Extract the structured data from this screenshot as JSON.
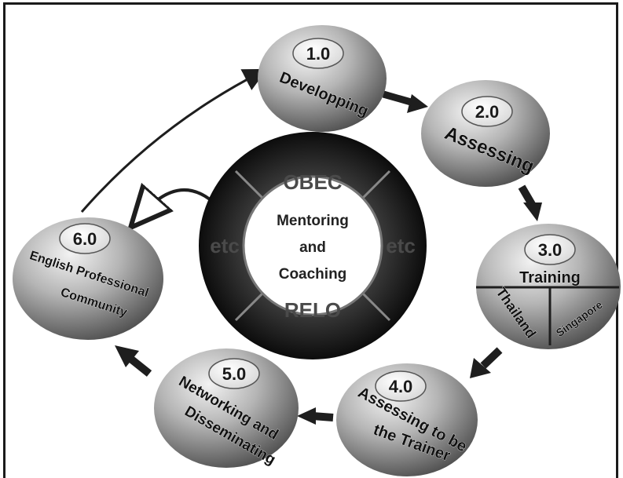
{
  "center": {
    "line1": "Mentoring",
    "line2": "and",
    "line3": "Coaching",
    "ring_top": "OBEC",
    "ring_bottom": "RELO",
    "ring_left": "etc",
    "ring_right": "etc"
  },
  "nodes": [
    {
      "id": "1",
      "number": "1.0",
      "label_lines": [
        "Developping"
      ]
    },
    {
      "id": "2",
      "number": "2.0",
      "label_lines": [
        "Assessing"
      ]
    },
    {
      "id": "3",
      "number": "3.0",
      "label_lines": [
        "Training"
      ],
      "sub_left": "Thailand",
      "sub_right": "Singapore"
    },
    {
      "id": "4",
      "number": "4.0",
      "label_lines": [
        "Assessing to be",
        "the Trainer"
      ]
    },
    {
      "id": "5",
      "number": "5.0",
      "label_lines": [
        "Networking and",
        "Disseminating"
      ]
    },
    {
      "id": "6",
      "number": "6.0",
      "label_lines": [
        "English Professional",
        "Community"
      ]
    }
  ],
  "colors": {
    "sphere_light": "#d9d9d9",
    "sphere_mid": "#9a9a9a",
    "sphere_dark": "#4d4d4d",
    "ring_dark": "#1c1c1c",
    "arrow": "#1e1e1e"
  }
}
